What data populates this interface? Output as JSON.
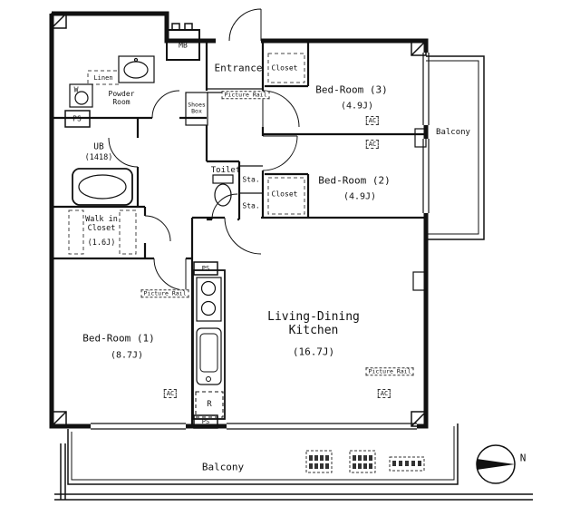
{
  "labels": {
    "entrance": "Entrance",
    "mb": "MB",
    "linen": "Linen",
    "powder_room": "Powder Room",
    "ps": "PS",
    "washer": "W",
    "ub": "UB",
    "ub_size": "(1418)",
    "toilet": "Toilet",
    "sta_upper": "Sta.",
    "sta_lower": "Sta.",
    "shoes_box": "Shoes Box",
    "closet_bedroom3": "Closet",
    "closet_bedroom2": "Closet",
    "bedroom3_name": "Bed-Room (3)",
    "bedroom3_size": "(4.9J)",
    "bedroom2_name": "Bed-Room (2)",
    "bedroom2_size": "(4.9J)",
    "bedroom1_name": "Bed-Room (1)",
    "bedroom1_size": "(8.7J)",
    "ldk_name": "Living-Dining Kitchen",
    "ldk_size": "(16.7J)",
    "walkin_name": "Walk in Closet",
    "walkin_size": "(1.6J)",
    "balcony_right": "Balcony",
    "balcony_bottom": "Balcony",
    "picture_rail": "Picture Rail",
    "ac": "AC",
    "refrigerator": "R",
    "north": "N"
  }
}
